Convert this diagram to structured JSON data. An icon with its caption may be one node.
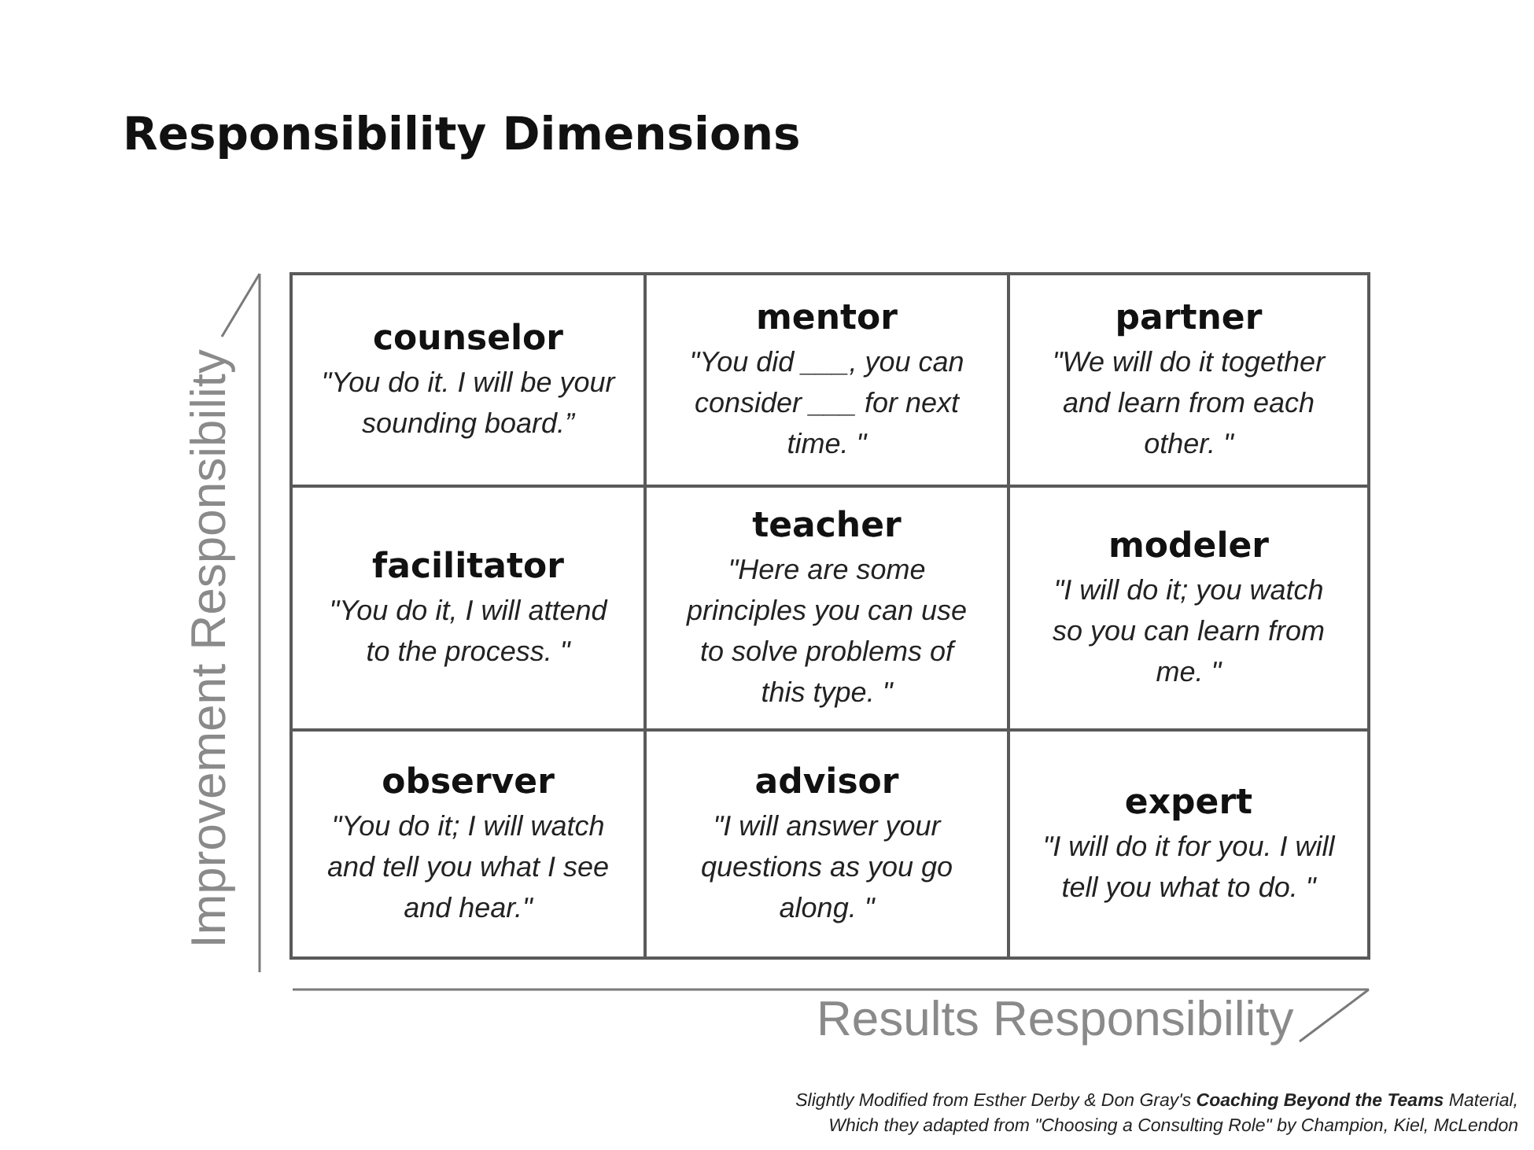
{
  "diagram": {
    "title": "Responsibility Dimensions",
    "nodes": [
      {
        "text": [
          "counselor",
          "\"You do it. I will be your sounding board.”"
        ]
      },
      {
        "text": [
          "mentor",
          "\"You did ___, you can consider ___ for next time. \""
        ]
      },
      {
        "text": [
          "partner",
          "\"We will do it together and learn from each other. \""
        ]
      },
      {
        "text": [
          "facilitator",
          "\"You do it, I will attend to the process. \""
        ]
      },
      {
        "text": [
          "teacher",
          "\"Here are some principles you can use to solve problems of this type. \""
        ]
      },
      {
        "text": [
          "modeler",
          "\"I will do it; you watch so you can learn from me. \""
        ]
      },
      {
        "text": [
          "observer",
          "\"You do it; I will watch and tell you what I see and hear.\""
        ]
      },
      {
        "text": [
          "advisor",
          "\"I will answer your questions as you go along. \""
        ]
      },
      {
        "text": [
          "expert",
          "\"I will do it for you. I will tell you what to do. \""
        ]
      }
    ],
    "labels": [
      "Improvement Responsibility",
      "Results Responsibility",
      "Slightly Modified from Esther Derby & Don Gray's **Coaching Beyond the Teams** Material, Which they adapted from \"Choosing a Consulting Role\" by Champion, Kiel, McLendon"
    ]
  }
}
